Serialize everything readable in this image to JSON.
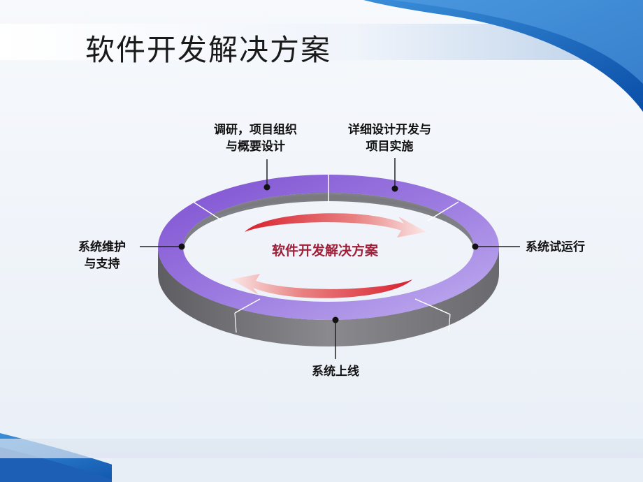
{
  "title": "软件开发解决方案",
  "center_label": "软件开发解决方案",
  "stages": {
    "research": [
      "调研，项目组织",
      "与概要设计"
    ],
    "develop": [
      "详细设计开发与",
      "项目实施"
    ],
    "trial": [
      "系统试运行"
    ],
    "launch": [
      "系统上线"
    ],
    "maintain": [
      "系统维护",
      "与支持"
    ]
  },
  "colors": {
    "ring_top": "#8a5ad8",
    "ring_bottom": "#b9a3ef",
    "ring_side": "#6e6e72",
    "arrow": "#c8102e",
    "title": "#1a1a1a"
  }
}
